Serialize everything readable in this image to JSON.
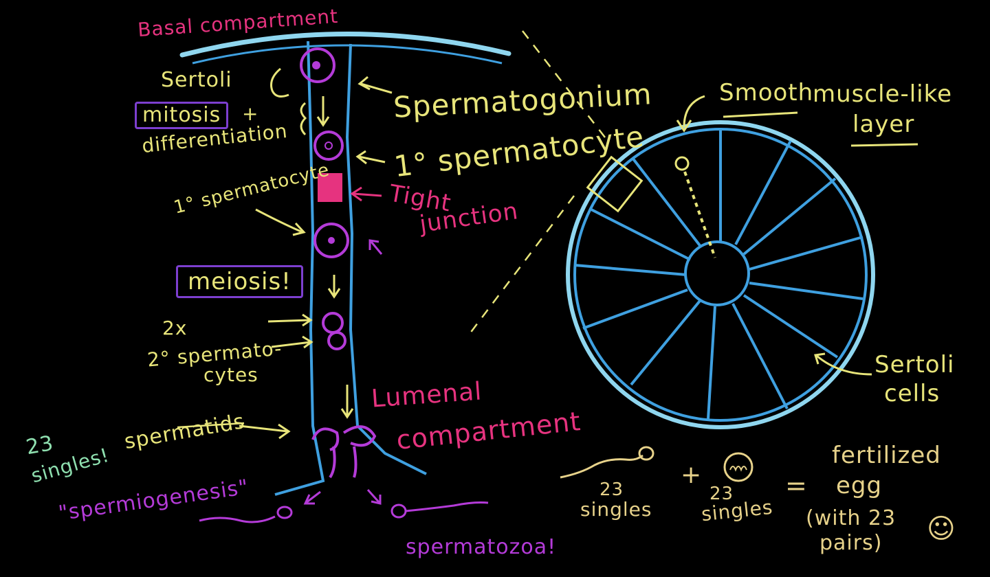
{
  "colors": {
    "background": "#000000",
    "blue": "#3fa0e0",
    "light_blue": "#8fd6ef",
    "purple": "#b43bd8",
    "magenta": "#e6337f",
    "yellow": "#e8e57a",
    "green": "#8fe0b0",
    "box_purple": "#7d3fd0",
    "tan": "#e7d28a"
  },
  "labels": {
    "basal_compartment": "Basal compartment",
    "sertoli": "Sertoli",
    "mitosis": "mitosis",
    "plus": "+",
    "differentiation": "differentiation",
    "spermatogonium": "Spermatogonium",
    "primary_spermatocyte_right": "1° spermatocyte",
    "primary_spermatocyte_left": "1° spermatocyte",
    "tight": "Tight",
    "junction": "junction",
    "meiosis": "meiosis!",
    "two_x": "2x",
    "secondary_spermatocytes_1": "2° spermato-",
    "secondary_spermatocytes_2": "cytes",
    "twentythree": "23",
    "singles": "singles!",
    "spermatids": "spermatids",
    "lumenal": "Lumenal",
    "compartment": "compartment",
    "spermiogenesis": "\"spermiogenesis\"",
    "spermatozoa": "spermatozoa!",
    "smooth": "Smooth",
    "muscle_like": "muscle-like",
    "layer": "layer",
    "sertoli_cells_1": "Sertoli",
    "sertoli_cells_2": "cells",
    "eq_23_a": "23",
    "eq_singles_a": "singles",
    "eq_plus": "+",
    "eq_23_b": "23",
    "eq_singles_b": "singles",
    "eq_equals": "=",
    "fertilized": "fertilized",
    "egg": "egg",
    "with_23": "(with 23",
    "pairs": "pairs)",
    "smiley": "☺"
  }
}
